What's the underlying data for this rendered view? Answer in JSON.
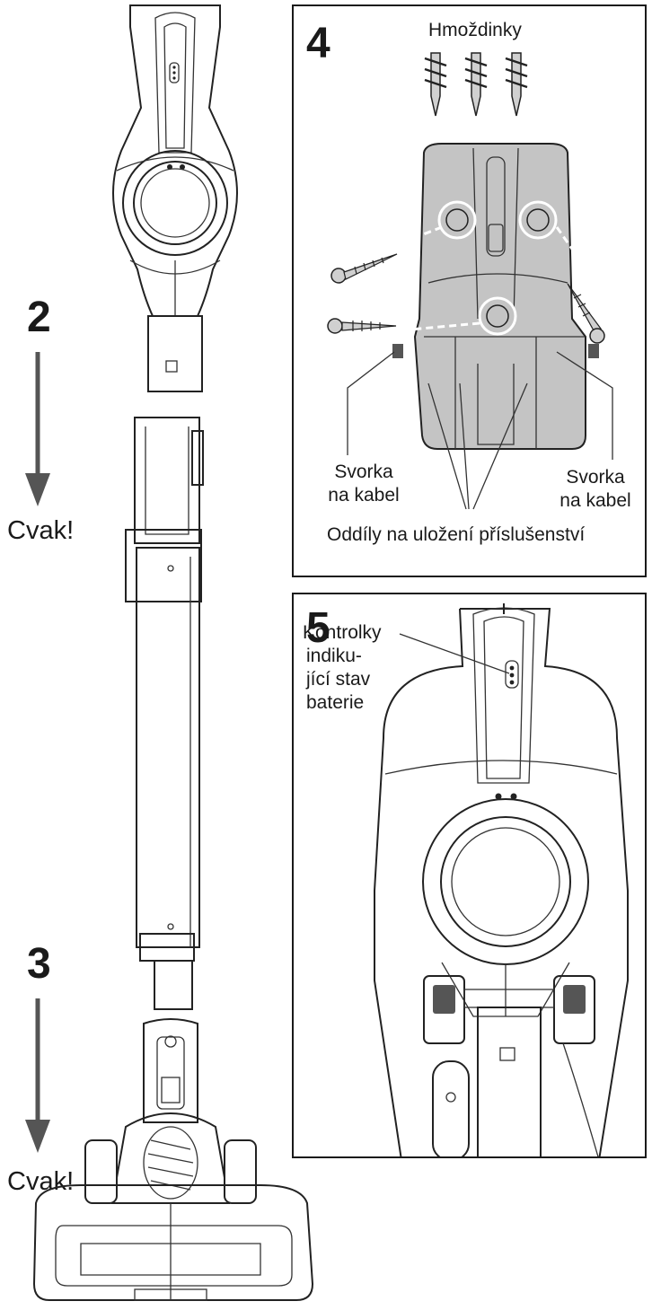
{
  "steps": {
    "step2": {
      "number": "2",
      "sound": "Cvak!"
    },
    "step3": {
      "number": "3",
      "sound": "Cvak!"
    },
    "step4": {
      "number": "4",
      "wall_plugs": "Hmoždinky",
      "cable_clip_left": [
        "Svorka",
        "na kabel"
      ],
      "cable_clip_right": [
        "Svorka",
        "na kabel"
      ],
      "accessory_storage": "Oddíly na uložení příslušenství"
    },
    "step5": {
      "number": "5",
      "battery_indicator": [
        "Kontrolky",
        "indiku-",
        "jící stav",
        "baterie"
      ]
    }
  },
  "colors": {
    "line": "#222222",
    "arrow": "#555555",
    "mount_fill": "#c4c4c4",
    "screw_fill": "#d0d0d0"
  },
  "icons": {
    "arrow": "arrow-down-icon",
    "screw": "screw-icon",
    "wall_plug": "wall-plug-icon"
  }
}
